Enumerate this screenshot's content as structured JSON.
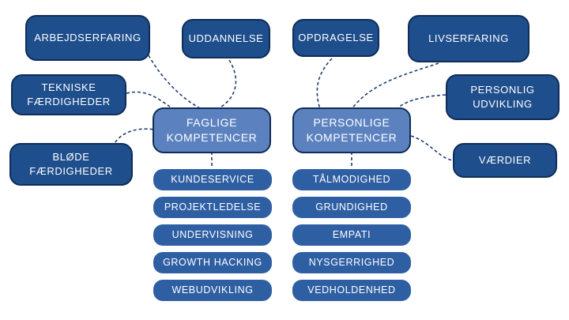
{
  "colors": {
    "outer_fill": "#1f4e8c",
    "center_fill": "#5b82bf",
    "pill_fill": "#2f5fa3",
    "connector": "#1f3f6e"
  },
  "left_outer": {
    "arbejdserfaring": "ARBEJDSERFARING",
    "uddannelse": "UDDANNELSE",
    "tekniske": "TEKNISKE\nFÆRDIGHEDER",
    "bloede": "BLØDE\nFÆRDIGHEDER"
  },
  "right_outer": {
    "opdragelse": "OPDRAGELSE",
    "livserfaring": "LIVSERFARING",
    "personlig": "PERSONLIG\nUDVIKLING",
    "vaerdier": "VÆRDIER"
  },
  "centers": {
    "faglige": "FAGLIGE\nKOMPETENCER",
    "personlige": "PERSONLIGE\nKOMPETENCER"
  },
  "faglige_list": [
    "KUNDESERVICE",
    "PROJEKTLEDELSE",
    "UNDERVISNING",
    "GROWTH HACKING",
    "WEBUDVIKLING"
  ],
  "personlige_list": [
    "TÅLMODIGHED",
    "GRUNDIGHED",
    "EMPATI",
    "NYSGERRIGHED",
    "VEDHOLDENHED"
  ]
}
